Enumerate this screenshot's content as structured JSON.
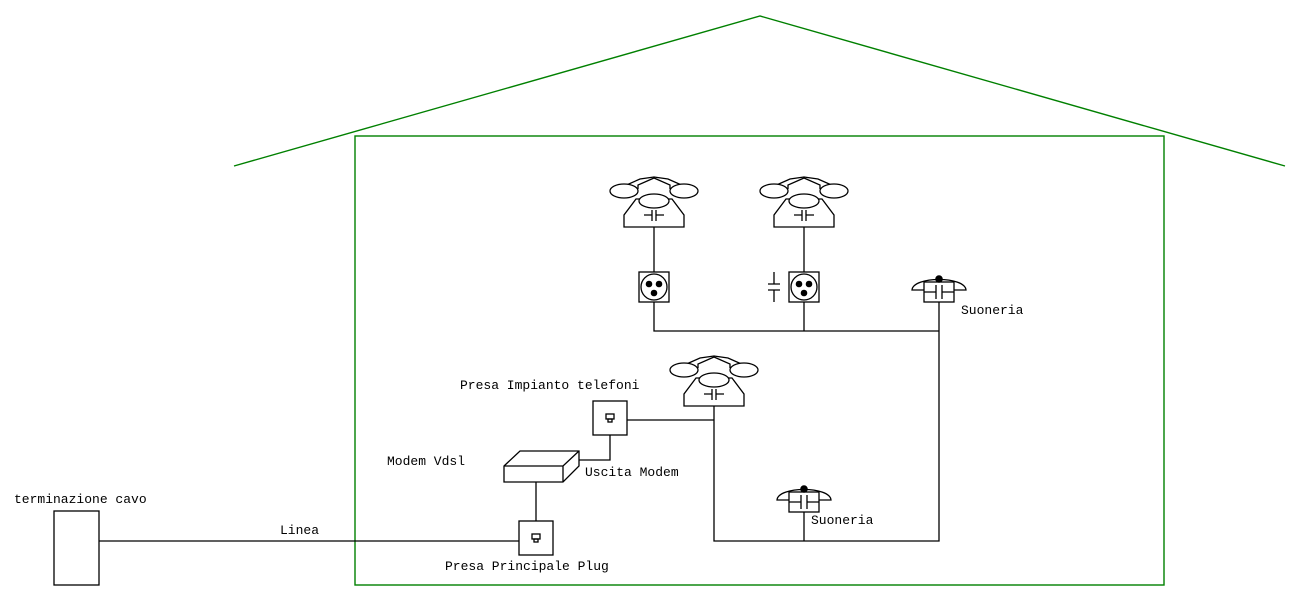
{
  "diagram": {
    "title": "Impianto telefonico domestico",
    "colors": {
      "house": "#008000",
      "wiring": "#000000",
      "background": "#ffffff"
    },
    "labels": {
      "cable_termination": "terminazione cavo",
      "line": "Linea",
      "main_socket": "Presa Principale Plug",
      "modem": "Modem Vdsl",
      "modem_output": "Uscita Modem",
      "phone_system_socket": "Presa Impianto telefoni",
      "ringer_top": "Suoneria",
      "ringer_bottom": "Suoneria"
    },
    "nodes": [
      {
        "id": "cable-termination",
        "type": "termination-box",
        "label": "terminazione cavo"
      },
      {
        "id": "main-socket",
        "type": "rj-plug-socket",
        "label": "Presa Principale Plug"
      },
      {
        "id": "modem",
        "type": "modem",
        "label": "Modem Vdsl"
      },
      {
        "id": "phone-system-socket",
        "type": "rj-plug-socket",
        "label": "Presa Impianto telefoni"
      },
      {
        "id": "phone-main",
        "type": "telephone",
        "label": ""
      },
      {
        "id": "ringer-bottom",
        "type": "ringer",
        "label": "Suoneria"
      },
      {
        "id": "phone-left",
        "type": "telephone",
        "label": ""
      },
      {
        "id": "phone-right",
        "type": "telephone",
        "label": ""
      },
      {
        "id": "socket-left",
        "type": "tripolar-socket",
        "label": ""
      },
      {
        "id": "socket-right",
        "type": "tripolar-socket",
        "label": "",
        "capacitor": true
      },
      {
        "id": "ringer-top",
        "type": "ringer",
        "label": "Suoneria"
      }
    ],
    "connections": [
      [
        "cable-termination",
        "main-socket",
        "Linea"
      ],
      [
        "main-socket",
        "modem",
        ""
      ],
      [
        "modem",
        "phone-system-socket",
        "Uscita Modem"
      ],
      [
        "phone-system-socket",
        "phone-main",
        ""
      ],
      [
        "phone-main",
        "ringer-bottom",
        ""
      ],
      [
        "ringer-bottom",
        "ringer-top",
        ""
      ],
      [
        "ringer-top",
        "socket-right",
        ""
      ],
      [
        "socket-right",
        "socket-left",
        ""
      ],
      [
        "socket-left",
        "phone-left",
        ""
      ],
      [
        "socket-right",
        "phone-right",
        ""
      ]
    ]
  }
}
